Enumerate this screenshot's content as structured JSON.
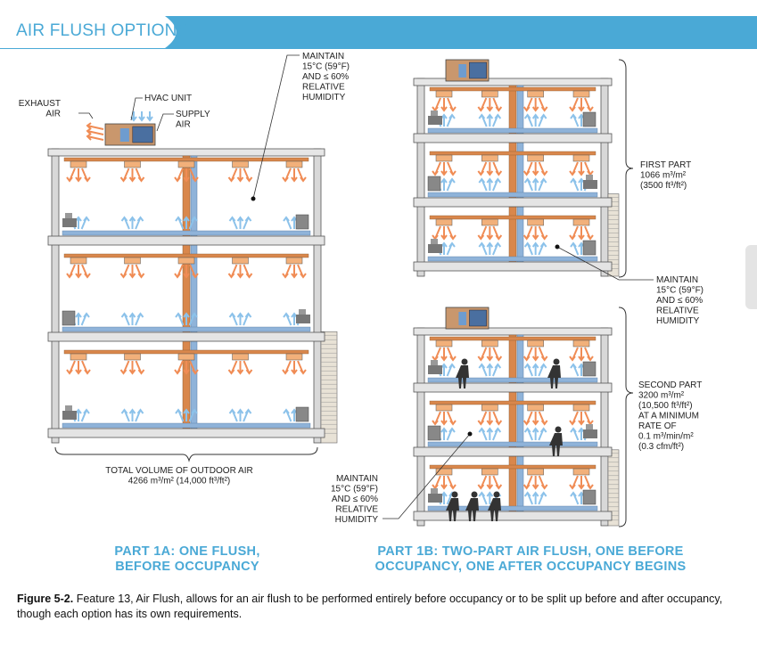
{
  "header": {
    "title": "AIR FLUSH OPTIONS"
  },
  "part_1a": {
    "labels": {
      "exhaust_air": [
        "EXHAUST",
        "AIR"
      ],
      "hvac_unit": "HVAC UNIT",
      "supply_air": [
        "SUPPLY",
        "AIR"
      ],
      "maintain": [
        "MAINTAIN",
        "15°C (59°F)",
        "AND ≤ 60%",
        "RELATIVE",
        "HUMIDITY"
      ],
      "total_volume": [
        "TOTAL VOLUME OF OUTDOOR AIR",
        "4266 m³/m² (14,000 ft³/ft²)"
      ]
    },
    "title": [
      "PART 1A: ONE FLUSH,",
      "BEFORE OCCUPANCY"
    ]
  },
  "part_1b": {
    "labels": {
      "first_part": [
        "FIRST PART",
        "1066 m³/m²",
        "(3500 ft³/ft²)"
      ],
      "maintain_upper": [
        "MAINTAIN",
        "15°C (59°F)",
        "AND ≤ 60%",
        "RELATIVE",
        "HUMIDITY"
      ],
      "second_part": [
        "SECOND PART",
        "3200 m³/m²",
        "(10,500 ft³/ft²)",
        "AT A MINIMUM",
        "RATE OF",
        "0.1 m³/min/m²",
        "(0.3 cfm/ft²)"
      ],
      "maintain_lower": [
        "MAINTAIN",
        "15°C (59°F)",
        "AND ≤ 60%",
        "RELATIVE",
        "HUMIDITY"
      ]
    },
    "title": [
      "PART 1B: TWO-PART AIR FLUSH, ONE BEFORE",
      "OCCUPANCY, ONE AFTER OCCUPANCY BEGINS"
    ]
  },
  "caption": {
    "figure_label": "Figure 5-2.",
    "text": " Feature 13, Air Flush, allows for an air  flush to be performed entirely before occupancy or to be split up before and after occupancy, though each option has its own requirements."
  },
  "colors": {
    "accent": "#4aa9d6",
    "duct_orange": "#d9874c",
    "duct_blue": "#8fb3d9",
    "arrow_orange": "#f08c55",
    "arrow_blue": "#8cc2ea"
  }
}
